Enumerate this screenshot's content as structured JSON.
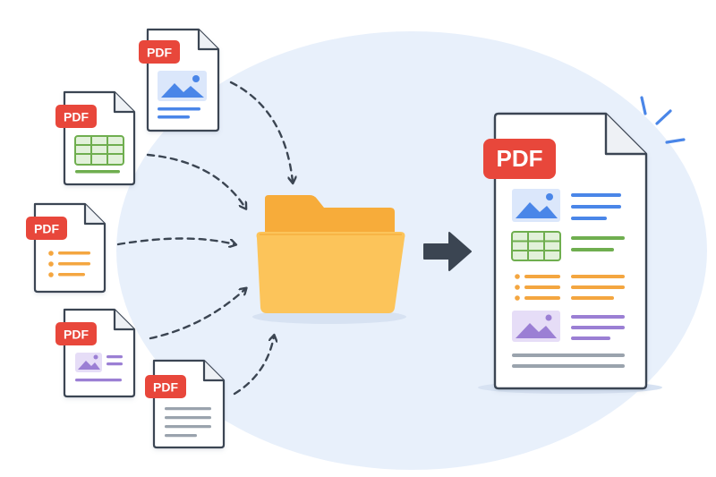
{
  "badges": {
    "doc1": "PDF",
    "doc2": "PDF",
    "doc3": "PDF",
    "doc4": "PDF",
    "doc5": "PDF",
    "merged": "PDF"
  },
  "colors": {
    "badge_red": "#e8473b",
    "folder_orange": "#f7ac3a",
    "folder_light": "#fcc45a",
    "arrow_dark": "#3b4552",
    "accent_blue": "#4a86e8",
    "accent_green": "#6fae4f",
    "accent_orange": "#f4a640",
    "accent_purple": "#9b7fd4",
    "accent_gray": "#9aa3ad",
    "background_blob": "#e8f0fb"
  },
  "icons": {
    "folder": "folder-icon",
    "arrow": "arrow-right-icon",
    "sparkle": "sparkle-icon"
  }
}
